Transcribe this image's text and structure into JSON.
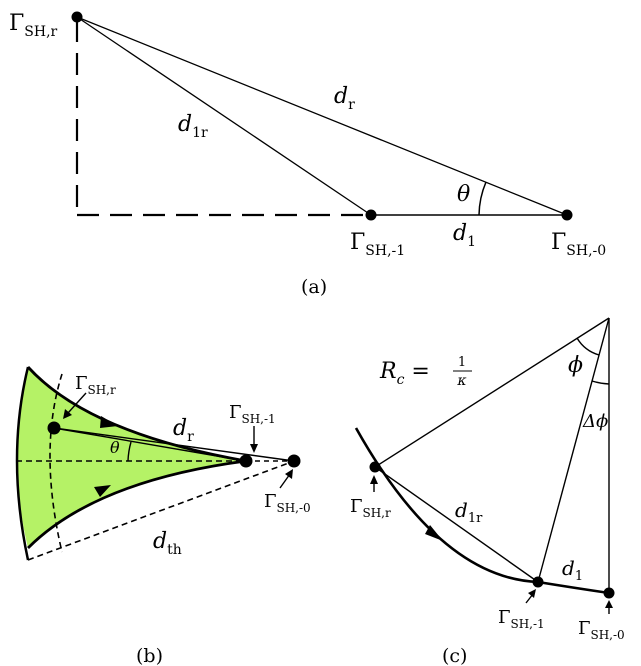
{
  "panel_a": {
    "caption": "(a)",
    "gamma_r": {
      "base": "Γ",
      "sub": "SH,r"
    },
    "gamma_m1": {
      "base": "Γ",
      "sub": "SH,-1"
    },
    "gamma_0": {
      "base": "Γ",
      "sub": "SH,-0"
    },
    "d_r": {
      "base": "d",
      "sub": "r"
    },
    "d_1r": {
      "base": "d",
      "sub": "1r"
    },
    "d_1": {
      "base": "d",
      "sub": "1"
    },
    "theta": "θ"
  },
  "panel_b": {
    "caption": "(b)",
    "gamma_r": {
      "base": "Γ",
      "sub": "SH,r"
    },
    "gamma_m1": {
      "base": "Γ",
      "sub": "SH,-1"
    },
    "gamma_0": {
      "base": "Γ",
      "sub": "SH,-0"
    },
    "d_r": {
      "base": "d",
      "sub": "r"
    },
    "d_th": {
      "base": "d",
      "sub": "th"
    },
    "theta": "θ",
    "fill_color": "#b5f266"
  },
  "panel_c": {
    "caption": "(c)",
    "radius_label": {
      "base": "R",
      "sub": "c",
      "eq": "=",
      "num": "1",
      "den": "κ"
    },
    "phi": "ϕ",
    "delta_phi": "Δϕ",
    "gamma_r": {
      "base": "Γ",
      "sub": "SH,r"
    },
    "gamma_m1": {
      "base": "Γ",
      "sub": "SH,-1"
    },
    "gamma_0": {
      "base": "Γ",
      "sub": "SH,-0"
    },
    "d_1r": {
      "base": "d",
      "sub": "1r"
    },
    "d_1": {
      "base": "d",
      "sub": "1"
    }
  }
}
